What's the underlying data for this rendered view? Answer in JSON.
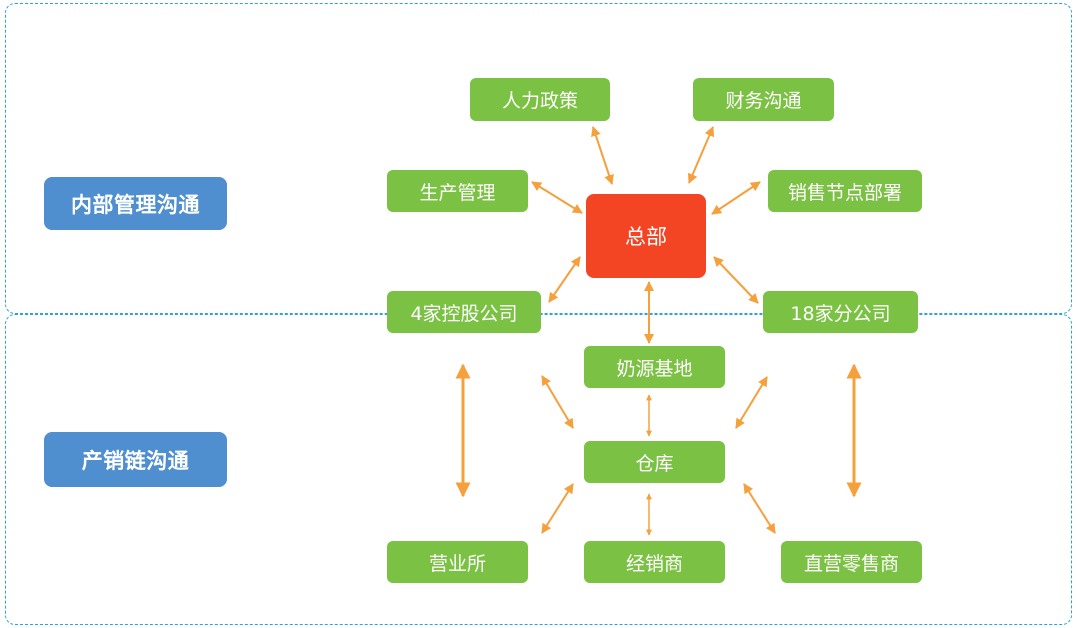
{
  "colors": {
    "region_border": "#2aa3dc",
    "section_label_bg": "#4f8fcf",
    "node_bg": "#7bc143",
    "hq_bg": "#f34423",
    "arrow": "#f6a03c",
    "text": "#ffffff"
  },
  "sections": [
    {
      "id": "internal",
      "label": "内部管理沟通"
    },
    {
      "id": "supply",
      "label": "产销链沟通"
    }
  ],
  "nodes": {
    "hq": "总部",
    "hr_policy": "人力政策",
    "finance": "财务沟通",
    "production": "生产管理",
    "sales_nodes": "销售节点部署",
    "holding": "4家控股公司",
    "branches": "18家分公司",
    "milk_base": "奶源基地",
    "warehouse": "仓库",
    "sales_office": "营业所",
    "distributor": "经销商",
    "retailer": "直营零售商"
  },
  "edges": [
    {
      "from": "hq",
      "to": "hr_policy",
      "type": "bidirectional"
    },
    {
      "from": "hq",
      "to": "finance",
      "type": "bidirectional"
    },
    {
      "from": "hq",
      "to": "production",
      "type": "bidirectional"
    },
    {
      "from": "hq",
      "to": "sales_nodes",
      "type": "bidirectional"
    },
    {
      "from": "hq",
      "to": "holding",
      "type": "bidirectional"
    },
    {
      "from": "hq",
      "to": "branches",
      "type": "bidirectional"
    },
    {
      "from": "hq",
      "to": "milk_base",
      "type": "bidirectional"
    },
    {
      "from": "milk_base",
      "to": "warehouse",
      "type": "bidirectional"
    },
    {
      "from": "holding",
      "to": "warehouse",
      "type": "bidirectional"
    },
    {
      "from": "branches",
      "to": "warehouse",
      "type": "bidirectional"
    },
    {
      "from": "warehouse",
      "to": "sales_office",
      "type": "bidirectional"
    },
    {
      "from": "warehouse",
      "to": "distributor",
      "type": "bidirectional"
    },
    {
      "from": "warehouse",
      "to": "retailer",
      "type": "bidirectional"
    },
    {
      "from": "holding",
      "to": "sales_office",
      "type": "bidirectional"
    },
    {
      "from": "branches",
      "to": "retailer",
      "type": "bidirectional"
    }
  ]
}
